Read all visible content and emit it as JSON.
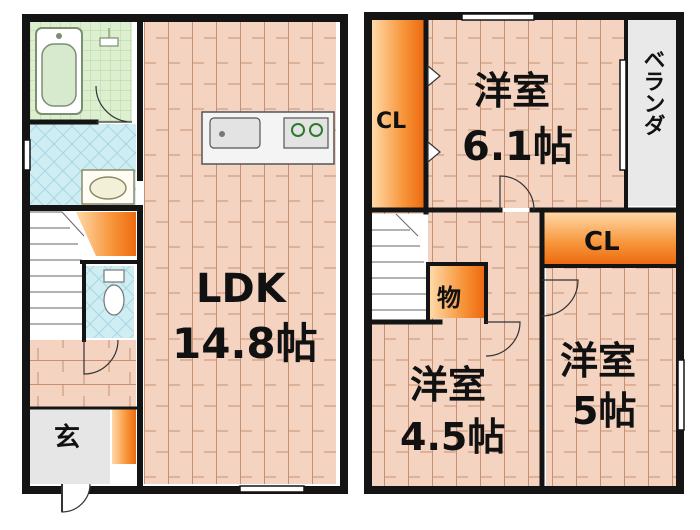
{
  "floor1": {
    "ldk_label": "LDK",
    "ldk_size": "14.8帖",
    "entrance_label": "玄"
  },
  "floor2": {
    "room_a_label": "洋室",
    "room_a_size": "6.1帖",
    "room_b_label": "洋室",
    "room_b_size": "4.5帖",
    "room_c_label": "洋室",
    "room_c_size": "5帖",
    "closet_1": "CL",
    "closet_2": "CL",
    "storage": "物",
    "veranda": "ベランダ"
  },
  "colors": {
    "floor_wood": "#f4d3c0",
    "wood_line": "#c98f72",
    "wall": "#141414",
    "closet_orange": "#f47a1c",
    "bath_green": "#d6ebc3",
    "tile_blue": "#cfeef4",
    "entrance_gray": "#e6e6e6"
  }
}
